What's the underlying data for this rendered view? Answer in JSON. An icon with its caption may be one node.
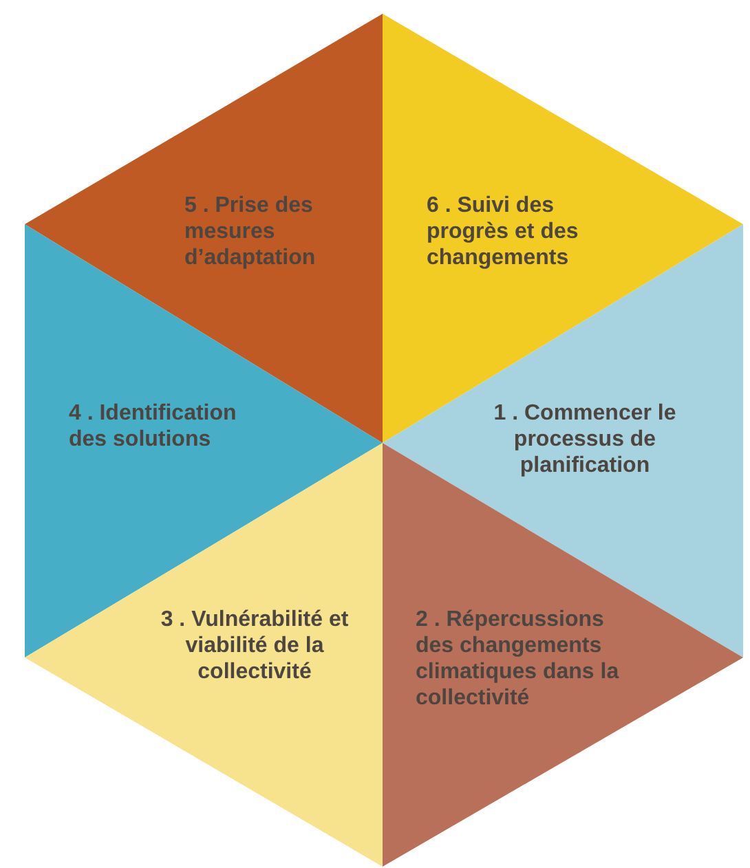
{
  "diagram": {
    "nodes": [
      {
        "text": [
          "5 . Prise des mesures d’adaptation"
        ]
      },
      {
        "text": [
          "6 . Suivi des progrès et des changements"
        ]
      },
      {
        "text": [
          "4 . Identification des solutions"
        ]
      },
      {
        "text": [
          "1 . Commencer le processus de planification"
        ]
      },
      {
        "text": [
          "3 . Vulnérabilité et viabilité de la collectivité"
        ]
      },
      {
        "text": [
          "2 . Répercussions des changements climatiques dans la collectivité"
        ]
      }
    ]
  }
}
